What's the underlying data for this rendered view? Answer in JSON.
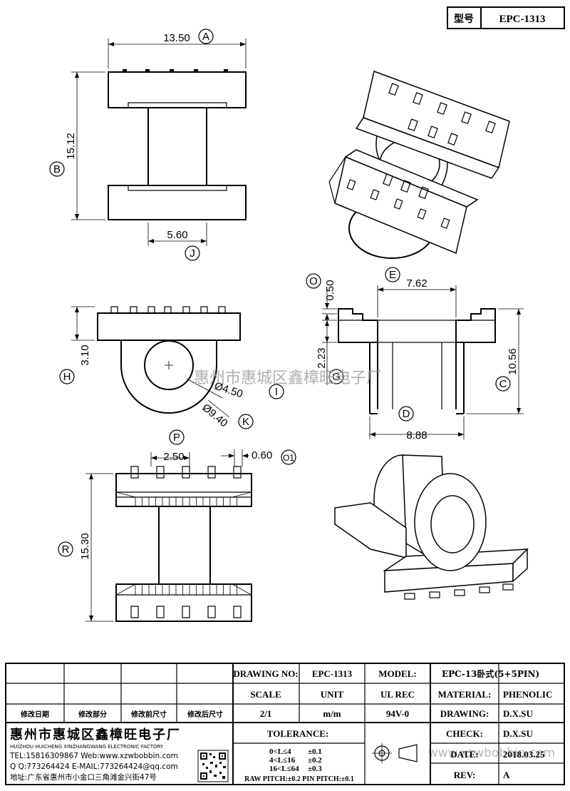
{
  "header": {
    "type_label": "型号",
    "type_value": "EPC-1313"
  },
  "dimensions": {
    "A": "13.50",
    "B": "15.12",
    "J": "5.60",
    "H": "3.10",
    "I": "Ø4.50",
    "K": "Ø9.40",
    "P": "2.50",
    "O1": "0.60",
    "R": "15.30",
    "O": "0.50",
    "E": "7.62",
    "G": "2.23",
    "C": "10.56",
    "D": "8.88"
  },
  "callouts": [
    "A",
    "B",
    "J",
    "H",
    "I",
    "K",
    "P",
    "O1",
    "R",
    "O",
    "E",
    "G",
    "C",
    "D"
  ],
  "watermark": "惠州市惠城区鑫樟旺电子厂",
  "watermark_url": "www.xzwbobbin.com",
  "title_block": {
    "revision_headers": [
      "修改日期",
      "修改部分",
      "修改前尺寸",
      "修改后尺寸"
    ],
    "drawing_no_label": "DRAWING NO:",
    "drawing_no": "EPC-1313",
    "model_label": "MODEL:",
    "model": "EPC-13卧式(5+5PIN)",
    "scale_label": "SCALE",
    "unit_label": "UNIT",
    "ul_label": "UL REC",
    "material_label": "MATERIAL:",
    "material": "PHENOLIC",
    "scale": "2/1",
    "unit": "m/m",
    "ul": "94V-0",
    "drawing_label": "DRAWING:",
    "drawing_by": "D.X.SU",
    "check_label": "CHECK:",
    "check_by": "D.X.SU",
    "date_label": "DATE:",
    "date": "2018.03.25",
    "rev_label": "REV:",
    "rev": "A",
    "company_cn": "惠州市惠城区鑫樟旺电子厂",
    "company_en": "HUIZHOU HUICHENG XINZHANGWANG ELECTRONIC FACTORY",
    "tel": "TEL:15816309867 Web:www.xzwbobbin.com",
    "qq": "Q Q:773264424 E-MAIL:773264424@qq.com",
    "address": "地址:广东省惠州市小金口三角滩金兴街47号",
    "tolerance_label": "TOLERANCE:",
    "tolerances": [
      {
        "range": "0<L≤4",
        "tol": "±0.1"
      },
      {
        "range": "4<L≤16",
        "tol": "±0.2"
      },
      {
        "range": "16<L≤64",
        "tol": "±0.3"
      }
    ],
    "pitch_note": "RAW PITCH:±0.2 PIN PITCH:±0.1"
  }
}
